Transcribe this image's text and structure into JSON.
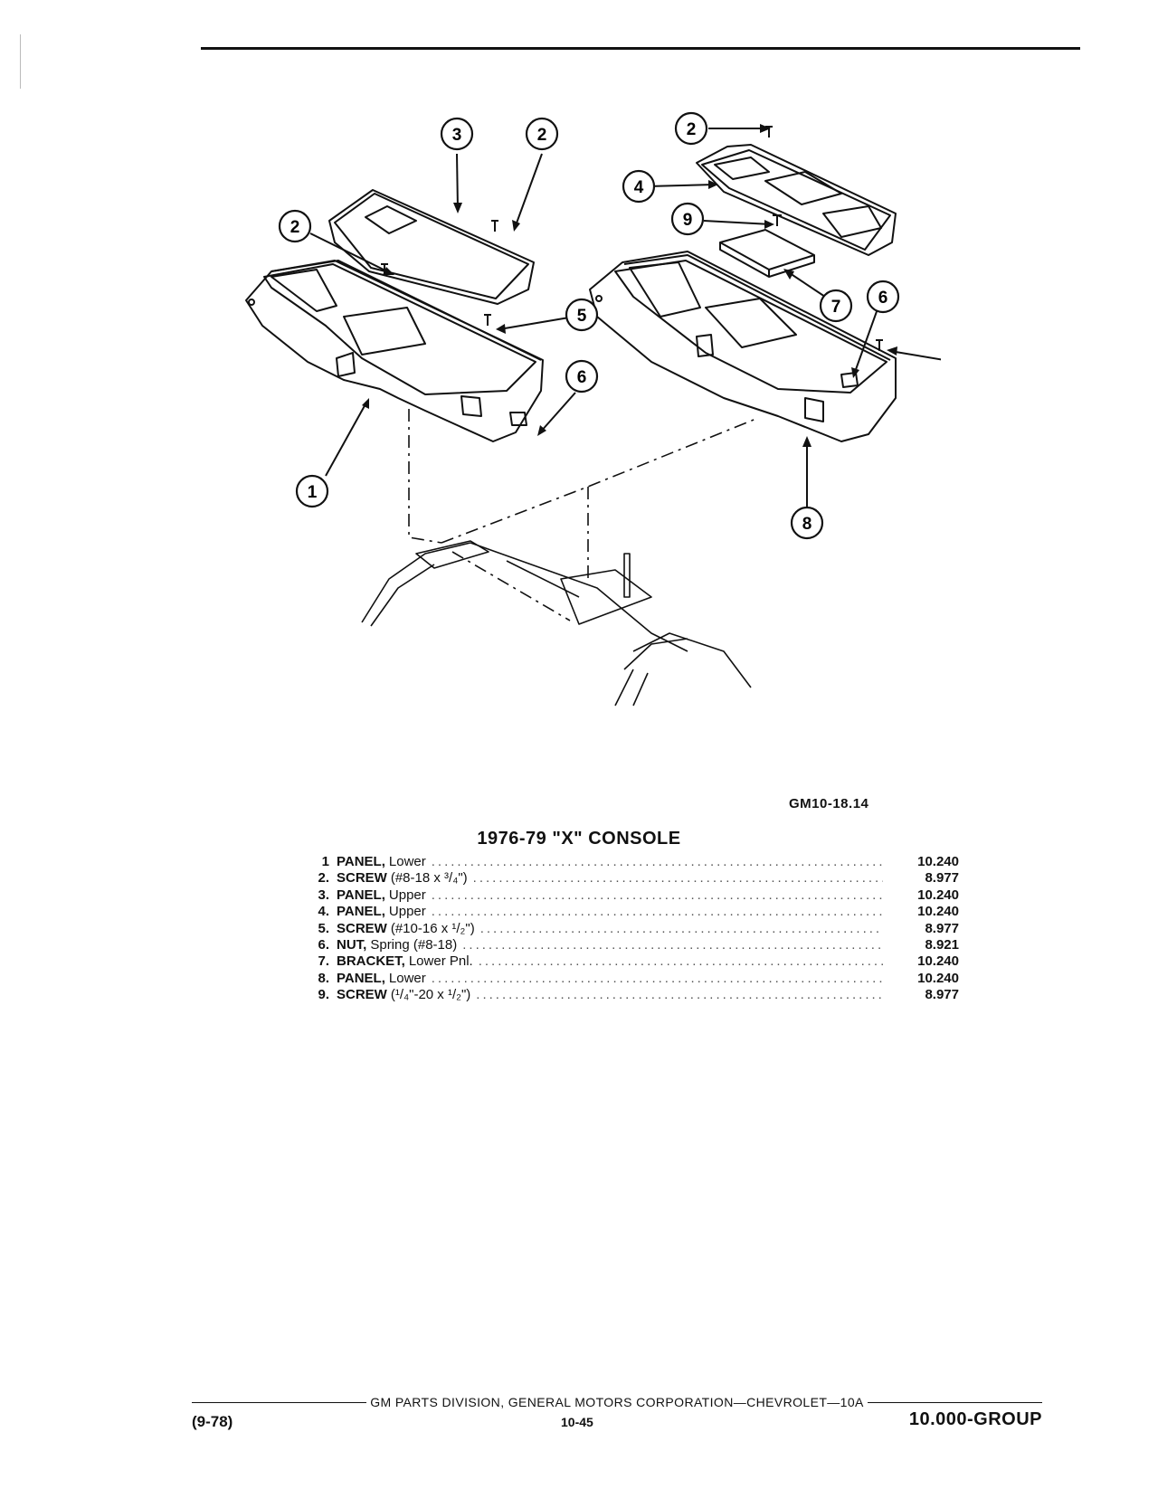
{
  "figure_id": "GM10-18.14",
  "title": "1976-79 \"X\" CONSOLE",
  "callouts": [
    "1",
    "2",
    "3",
    "4",
    "5",
    "6",
    "7",
    "8",
    "9"
  ],
  "parts": [
    {
      "num": "1",
      "name": "PANEL,",
      "desc": "Lower",
      "group": "10.240"
    },
    {
      "num": "2.",
      "name": "SCREW",
      "desc": "(#8-18 x ³/₄\")",
      "group": "8.977"
    },
    {
      "num": "3.",
      "name": "PANEL,",
      "desc": "Upper",
      "group": "10.240"
    },
    {
      "num": "4.",
      "name": "PANEL,",
      "desc": "Upper",
      "group": "10.240"
    },
    {
      "num": "5.",
      "name": "SCREW",
      "desc": "(#10-16 x ¹/₂\")",
      "group": "8.977"
    },
    {
      "num": "6.",
      "name": "NUT,",
      "desc": "Spring (#8-18)",
      "group": "8.921"
    },
    {
      "num": "7.",
      "name": "BRACKET,",
      "desc": "Lower Pnl.",
      "group": "10.240"
    },
    {
      "num": "8.",
      "name": "PANEL,",
      "desc": "Lower",
      "group": "10.240"
    },
    {
      "num": "9.",
      "name": "SCREW",
      "desc": "(¹/₄\"-20 x ¹/₂\")",
      "group": "8.977"
    }
  ],
  "footer": {
    "publisher": "GM PARTS DIVISION, GENERAL MOTORS CORPORATION—CHEVROLET—10A",
    "date": "(9-78)",
    "page": "10-45",
    "group": "10.000-GROUP"
  }
}
